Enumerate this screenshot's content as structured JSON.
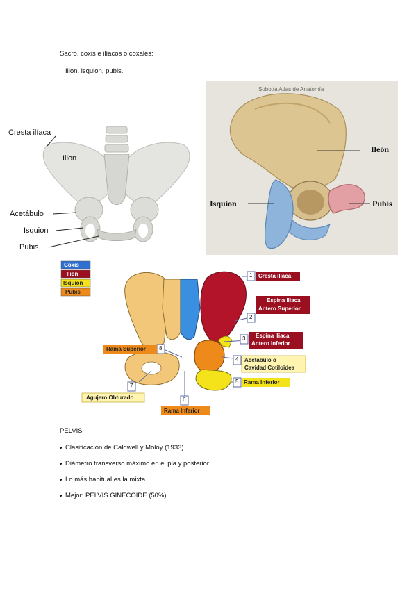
{
  "intro": {
    "line1": "Sacro, coxis e ilíacos o coxales:",
    "line2": "Ilion, isquion, pubis."
  },
  "figure1": {
    "labels": {
      "cresta": "Cresta ilíaca",
      "ilion": "Ilion",
      "acetabulo": "Acetábulo",
      "isquion": "Isquion",
      "pubis": "Pubis"
    }
  },
  "figure2": {
    "watermark": "Sobotta Atlas de Anatomía",
    "labels": {
      "ileon": "Ileón",
      "isquion": "Isquion",
      "pubis": "Pubis"
    }
  },
  "figure3": {
    "legend": [
      {
        "label": "Coxis",
        "color": "#2f6fd0"
      },
      {
        "label": "Ilion",
        "color": "#9b1020"
      },
      {
        "label": "Isquion",
        "color": "#f4e21a"
      },
      {
        "label": "Pubis",
        "color": "#ee8a1a"
      }
    ],
    "callouts": {
      "n1": "1",
      "t1": "Cresta iliaca",
      "n2": "2",
      "t2a": "Espina Iliaca",
      "t2b": "Antero Superior",
      "n3": "3",
      "t3a": "Espina Iliaca",
      "t3b": "Antero Inferior",
      "n4": "4",
      "t4a": "Acetábulo o",
      "t4b": "Cavidad Cotiloidea",
      "n5": "5",
      "t5": "Rama Inferior",
      "n6": "6",
      "t6": "Rama Inferior",
      "n7": "7",
      "t7": "Agujero Obturado",
      "n8": "8",
      "t8": "Rama Superior"
    }
  },
  "pelvis": {
    "heading": "PELVIS",
    "bullets": [
      "Clasificación de Caldwell y Moloy (1933).",
      "Diámetro transverso máximo en el pla y posterior.",
      "Lo más habitual es la mixta.",
      "Mejor: PELVIS GINECOIDE (50%)."
    ]
  }
}
